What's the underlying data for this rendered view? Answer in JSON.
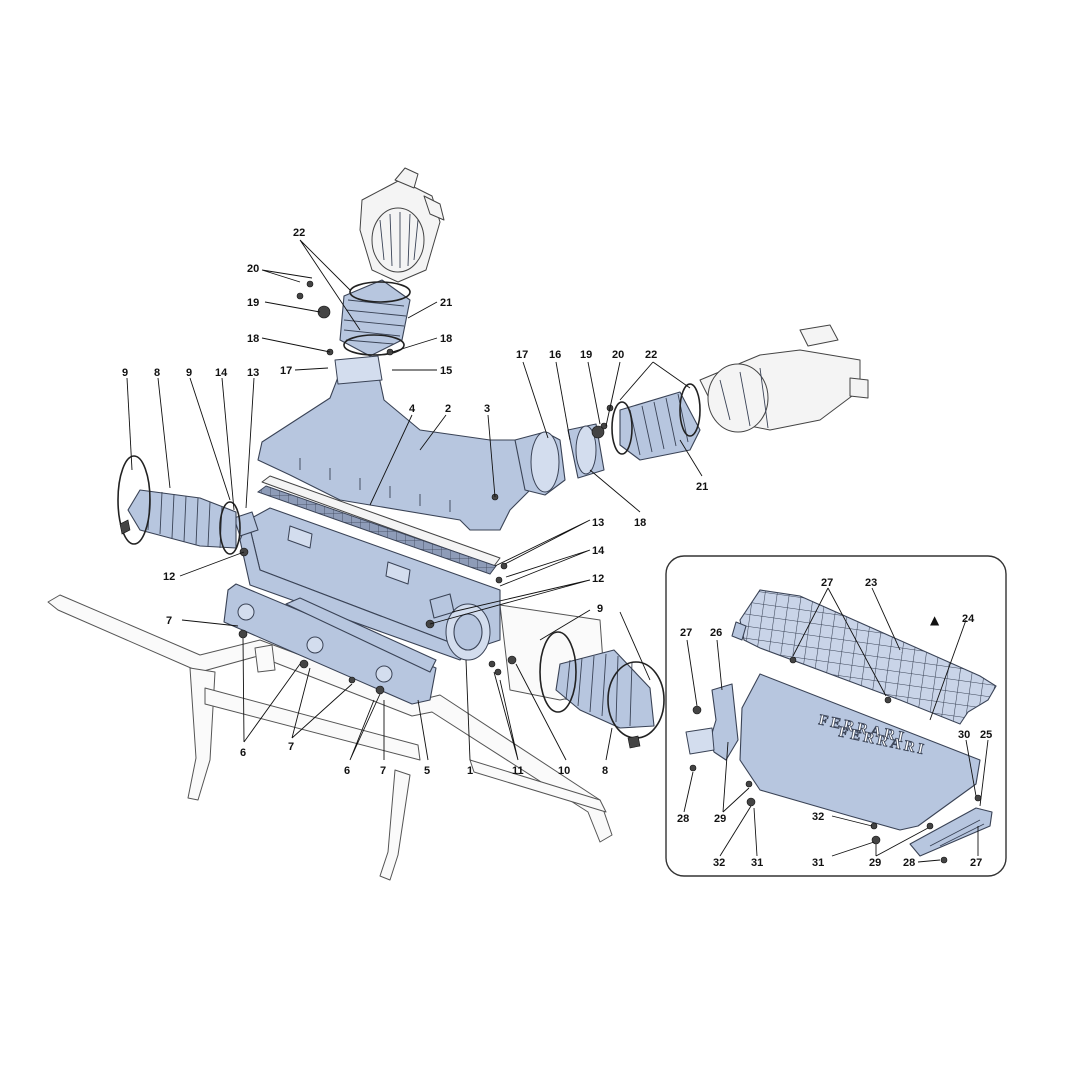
{
  "diagram": {
    "callouts_main": [
      "1",
      "2",
      "3",
      "4",
      "5",
      "6",
      "7",
      "8",
      "9",
      "10",
      "11",
      "12",
      "13",
      "14",
      "15",
      "16",
      "17",
      "18",
      "19",
      "20",
      "21",
      "22"
    ],
    "callouts_inset": [
      "23",
      "24",
      "25",
      "26",
      "27",
      "28",
      "29",
      "30",
      "31",
      "32"
    ],
    "inset_symbol": "▲",
    "emblem_text": "FERRARI",
    "part_color": "#b7c6df",
    "line_color": "#3a4356"
  }
}
